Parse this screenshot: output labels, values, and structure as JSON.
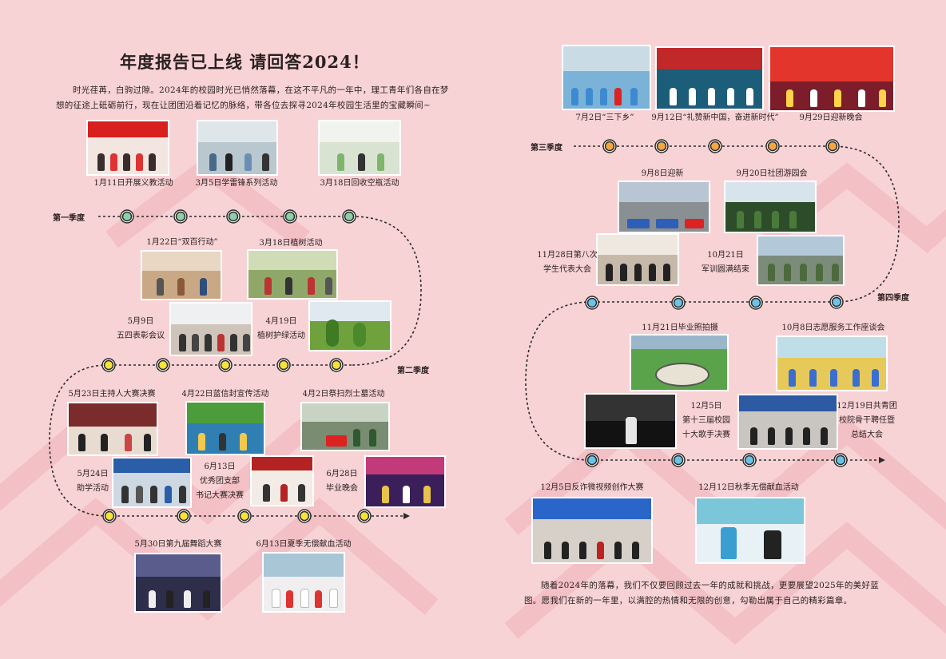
{
  "title": "年度报告已上线  请回答2024！",
  "intro": "时光荏苒，白驹过隙。2024年的校园时光已悄然落幕，在这不平凡的一年中，理工青年们各自在梦想的征途上砥砺前行，现在让团团沿着记忆的脉络，带各位去探寻2024年校园生活里的宝藏瞬间~",
  "outro": "随着2024年的落幕，我们不仅要回顾过去一年的成就和挑战，更要展望2025年的美好蓝图。愿我们在新的一年里，以满腔的热情和无限的创意，勾勒出属于自己的精彩篇章。",
  "seasons": {
    "q1": "第一季度",
    "q2": "第二季度",
    "q3": "第三季度",
    "q4": "第四季度"
  },
  "colors": {
    "background": "#f8d3d6",
    "q1_node": "#8fcfa6",
    "q2_node": "#f7e13a",
    "q3_node": "#f4a640",
    "q4_node": "#6cc3e8"
  },
  "events": {
    "e1": "1月11日开展义教活动",
    "e2": "3月5日学雷锋系列活动",
    "e3": "3月18日回收空瓶活动",
    "e4": "1月22日“双百行动”",
    "e5": "3月18日植树活动",
    "e6_a": "5月9日",
    "e6_b": "五四表彰会议",
    "e7_a": "4月19日",
    "e7_b": "植树护绿活动",
    "e8": "5月23日主持人大赛决赛",
    "e9": "4月22日蓝信封宣传活动",
    "e10": "4月2日祭扫烈士墓活动",
    "e11_a": "5月24日",
    "e11_b": "助学活动",
    "e12_a": "6月13日",
    "e12_b": "优秀团支部",
    "e12_c": "书记大赛决赛",
    "e13_a": "6月28日",
    "e13_b": "毕业晚会",
    "e14": "5月30日第九届舞蹈大赛",
    "e15": "6月13日夏季无偿献血活动",
    "e16": "7月2日“三下乡”",
    "e17": "9月12日“礼赞新中国，奋进新时代”",
    "e18": "9月29日迎新晚会",
    "e19": "9月8日迎新",
    "e20": "9月20日社团游园会",
    "e21_a": "11月28日第八次",
    "e21_b": "学生代表大会",
    "e22_a": "10月21日",
    "e22_b": "军训圆满结束",
    "e23": "11月21日毕业照拍摄",
    "e24": "10月8日志愿服务工作座谈会",
    "e25_a": "12月5日",
    "e25_b": "第十三届校园",
    "e25_c": "十大歌手决赛",
    "e26_a": "12月19日共青团",
    "e26_b": "校院骨干聘任暨",
    "e26_c": "总结大会",
    "e27": "12月5日反诈微视频创作大赛",
    "e28": "12月12日秋季无偿献血活动"
  }
}
